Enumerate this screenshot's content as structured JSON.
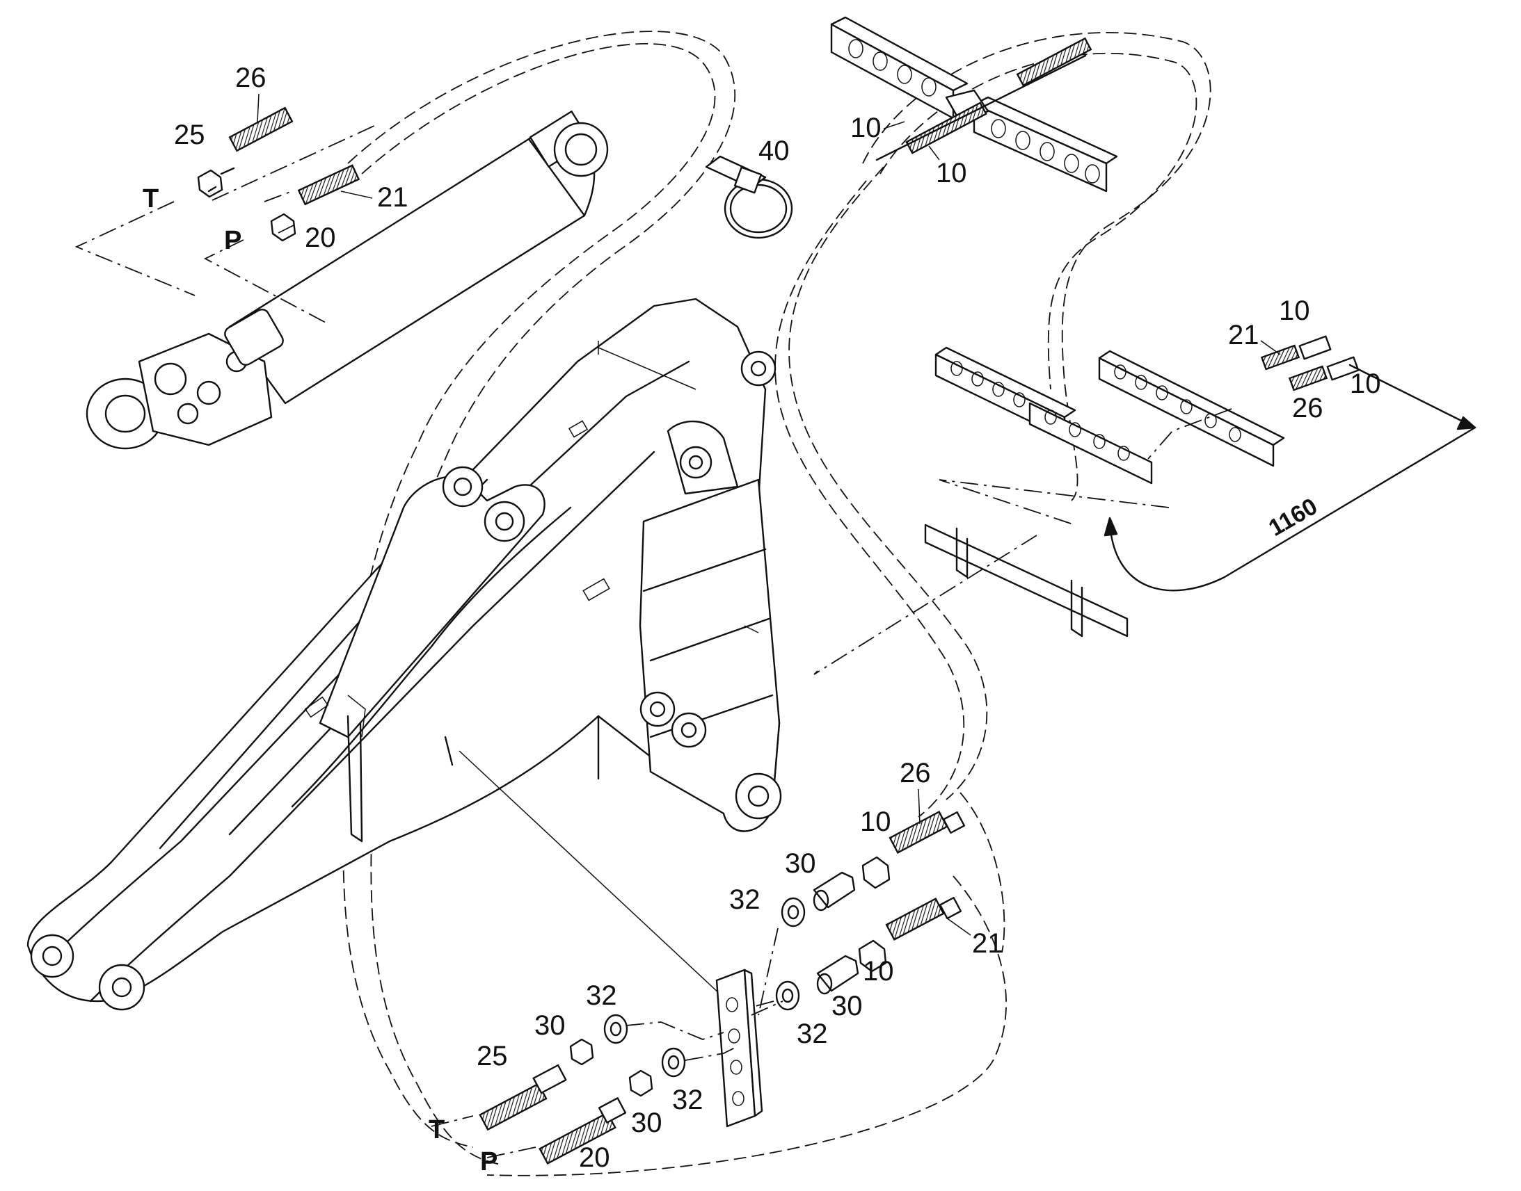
{
  "labels": {
    "cyl_hose_tank": "26",
    "cyl_fitting_tank": "25",
    "cyl_port_tank": "T",
    "cyl_hose_pressure": "21",
    "cyl_fitting_pressure": "20",
    "cyl_port_pressure": "P",
    "cable_tie": "40",
    "clamp_top_a": "10",
    "clamp_top_b": "10",
    "clamp_right_a": "10",
    "clamp_right_hose_a": "21",
    "clamp_right_b": "10",
    "clamp_right_hose_b": "26",
    "dimension": "1160",
    "boom_hose_upper": "26",
    "boom_hose_upper_end": "10",
    "boom_adapter_upper": "30",
    "boom_washer_upper": "32",
    "boom_hose_lower": "21",
    "boom_hose_lower_end": "10",
    "boom_adapter_lower": "30",
    "boom_washer_lower": "32",
    "plate_washer_upper": "32",
    "plate_nut_upper": "30",
    "plate_hose_tank": "25",
    "plate_port_tank": "T",
    "plate_washer_lower": "32",
    "plate_nut_lower": "30",
    "plate_hose_pressure": "20",
    "plate_port_pressure": "P"
  }
}
